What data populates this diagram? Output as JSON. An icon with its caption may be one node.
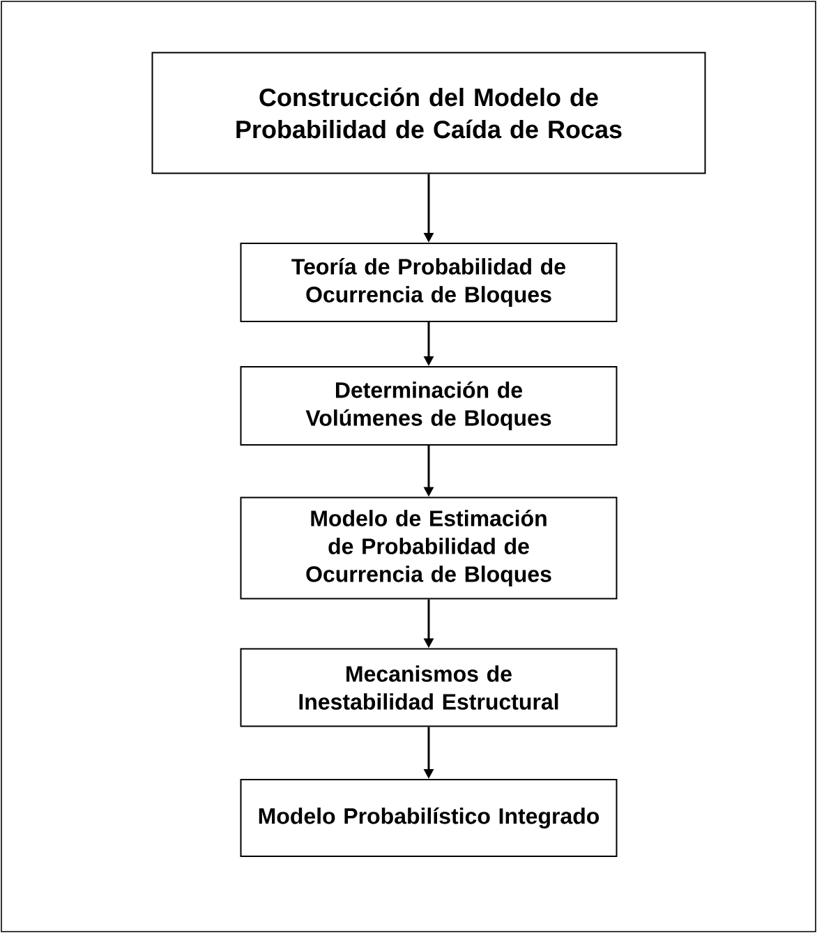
{
  "diagram": {
    "nodes": [
      {
        "text": [
          "Construcción del Modelo de Probabilidad de Caída de Rocas"
        ]
      },
      {
        "text": [
          "Teoría de Probabilidad de Ocurrencia de Bloques"
        ]
      },
      {
        "text": [
          "Determinación de Volúmenes de Bloques"
        ]
      },
      {
        "text": [
          "Modelo de Estimación de Probabilidad de Ocurrencia de Bloques"
        ]
      },
      {
        "text": [
          "Mecanismos de Inestabilidad Estructural"
        ]
      },
      {
        "text": [
          "Modelo Probabilístico Integrado"
        ]
      }
    ],
    "edges": [
      {
        "from": 0,
        "to": 1,
        "arrow": "to"
      },
      {
        "from": 1,
        "to": 2,
        "arrow": "to"
      },
      {
        "from": 2,
        "to": 3,
        "arrow": "to"
      },
      {
        "from": 3,
        "to": 4,
        "arrow": "to"
      },
      {
        "from": 4,
        "to": 5,
        "arrow": "to"
      }
    ]
  }
}
